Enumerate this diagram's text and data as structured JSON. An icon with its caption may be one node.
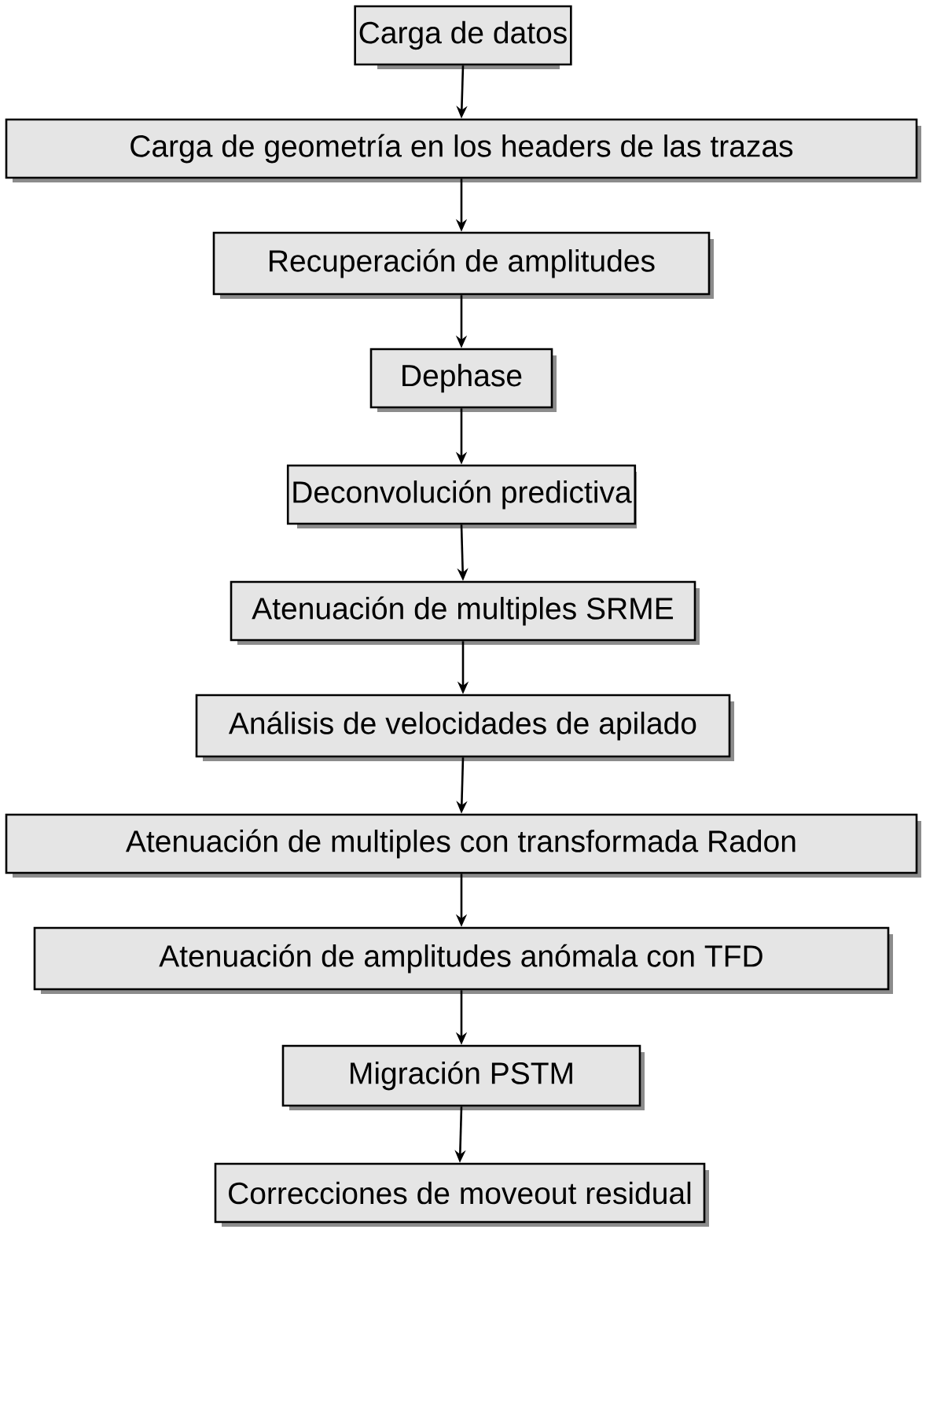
{
  "diagram": {
    "nodes": [
      {
        "text": [
          "Carga de datos"
        ]
      },
      {
        "text": [
          "Carga de geometría en los headers de las trazas"
        ]
      },
      {
        "text": [
          "Recuperación de amplitudes"
        ]
      },
      {
        "text": [
          "Dephase"
        ]
      },
      {
        "text": [
          "Deconvolución predictiva"
        ]
      },
      {
        "text": [
          "Atenuación de multiples SRME"
        ]
      },
      {
        "text": [
          "Análisis de velocidades de apilado"
        ]
      },
      {
        "text": [
          "Atenuación de multiples con transformada Radon"
        ]
      },
      {
        "text": [
          "Atenuación de amplitudes anómala con TFD"
        ]
      },
      {
        "text": [
          "Migración PSTM"
        ]
      },
      {
        "text": [
          "Correcciones de moveout residual"
        ]
      }
    ],
    "edges": [
      {
        "from": 0,
        "to": 1,
        "arrow": "to"
      },
      {
        "from": 1,
        "to": 2,
        "arrow": "to"
      },
      {
        "from": 2,
        "to": 3,
        "arrow": "to"
      },
      {
        "from": 3,
        "to": 4,
        "arrow": "to"
      },
      {
        "from": 4,
        "to": 5,
        "arrow": "to"
      },
      {
        "from": 5,
        "to": 6,
        "arrow": "to"
      },
      {
        "from": 6,
        "to": 7,
        "arrow": "to"
      },
      {
        "from": 7,
        "to": 8,
        "arrow": "to"
      },
      {
        "from": 8,
        "to": 9,
        "arrow": "to"
      },
      {
        "from": 9,
        "to": 10,
        "arrow": "to"
      }
    ]
  }
}
